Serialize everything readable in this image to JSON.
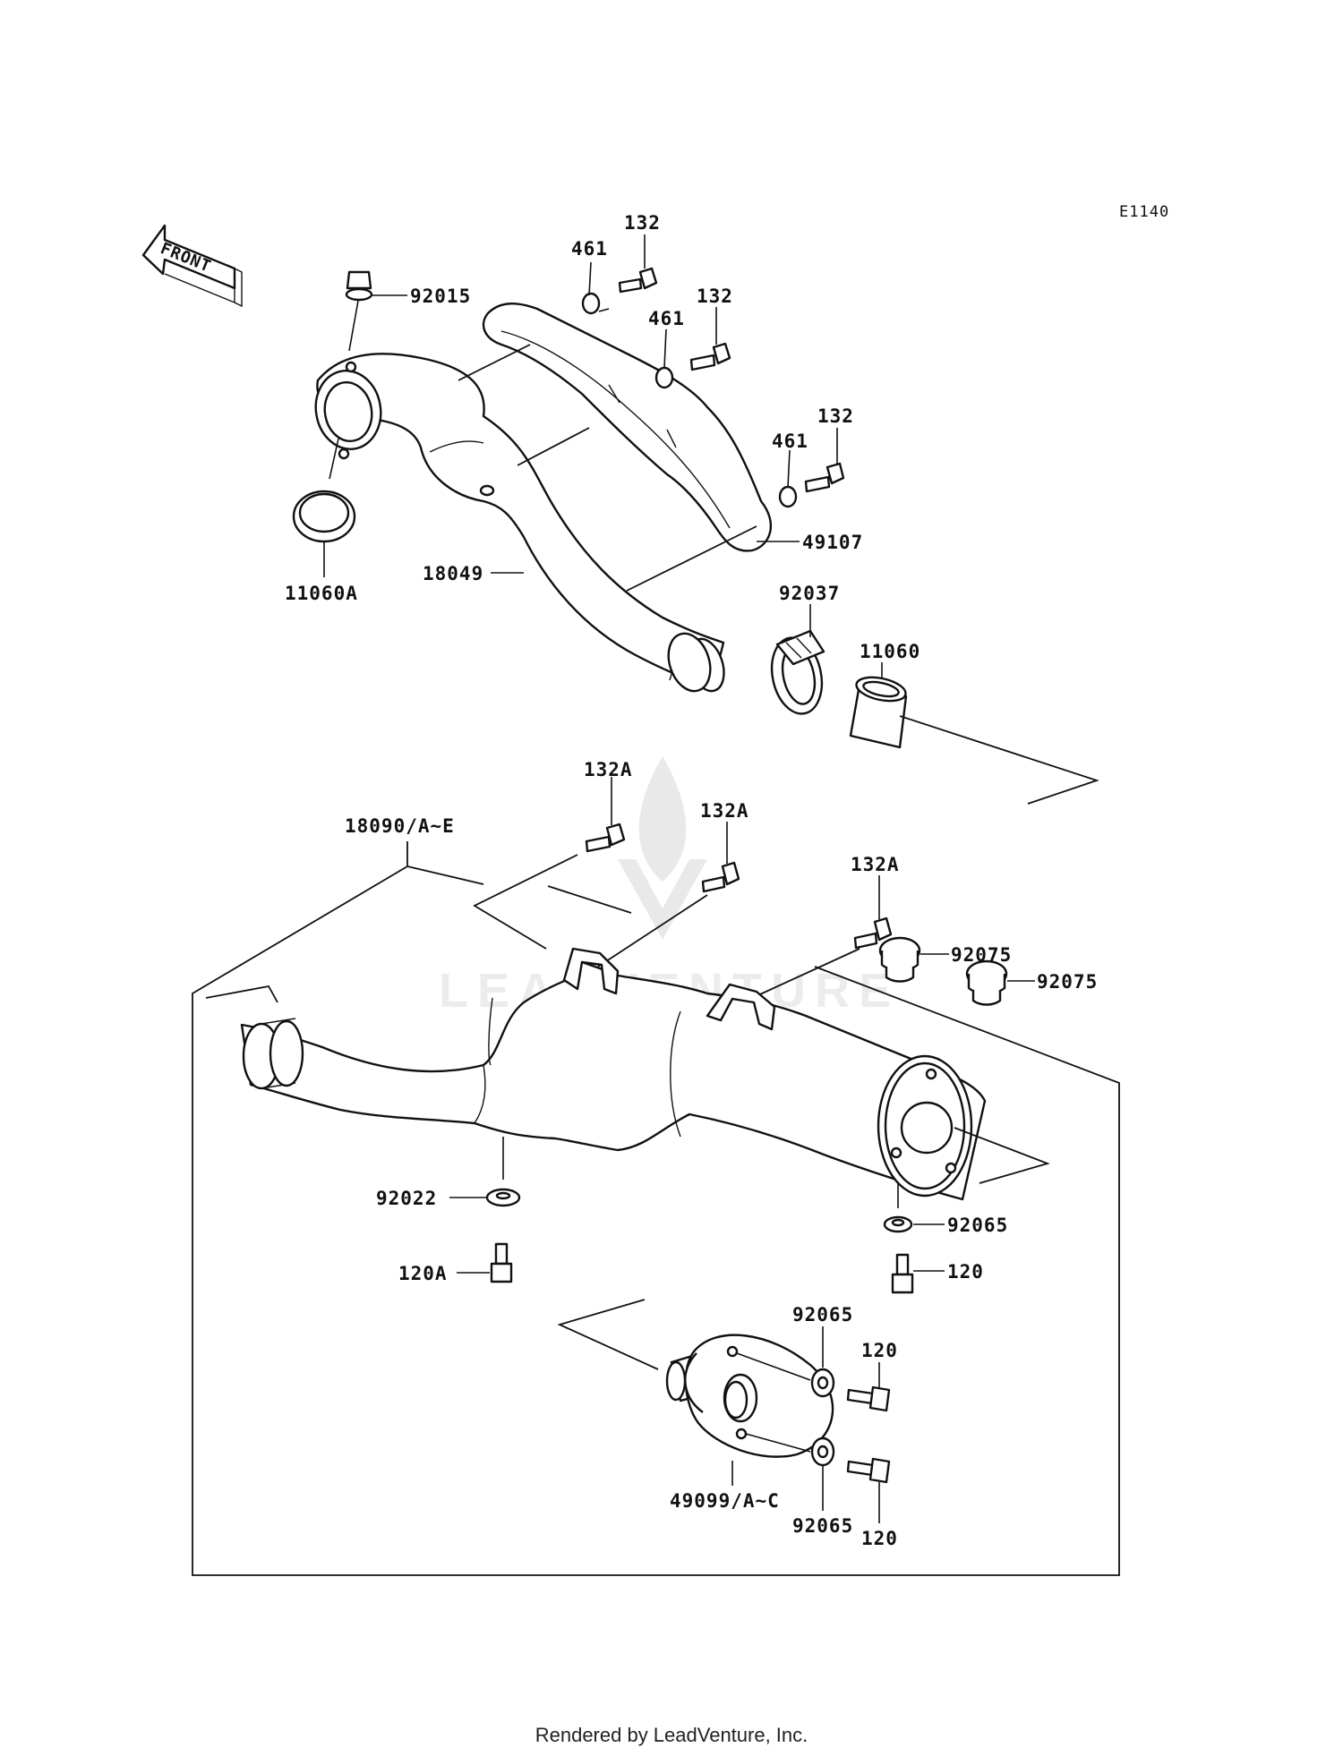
{
  "diagram_code": "E1140",
  "front_label": "FRONT",
  "watermark": "LEADVENTURE",
  "footer": "Rendered by LeadVenture, Inc.",
  "labels": {
    "p92015": "92015",
    "p461_a": "461",
    "p132_a": "132",
    "p461_b": "461",
    "p132_b": "132",
    "p461_c": "461",
    "p132_c": "132",
    "p49107": "49107",
    "p18049": "18049",
    "p11060A": "11060A",
    "p92037": "92037",
    "p11060": "11060",
    "p132A_a": "132A",
    "p132A_b": "132A",
    "p132A_c": "132A",
    "p18090": "18090/A~E",
    "p92075_a": "92075",
    "p92075_b": "92075",
    "p92022": "92022",
    "p92065_a": "92065",
    "p120A": "120A",
    "p120_a": "120",
    "p92065_b": "92065",
    "p120_b": "120",
    "p49099": "49099/A~C",
    "p92065_c": "92065",
    "p120_c": "120"
  }
}
